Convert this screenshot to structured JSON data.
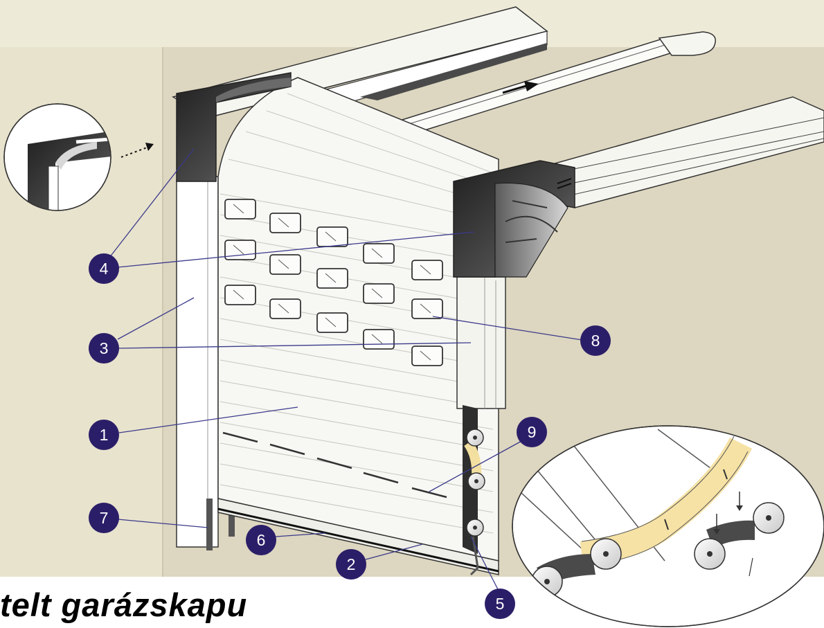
{
  "caption": "telt garázskapu",
  "colors": {
    "wall": "#ddd6c0",
    "top_band": "#eeead8",
    "badge": "#2b1e68",
    "slat_highlight": "#f7e7ad",
    "box_dark": "#303030"
  },
  "callouts": [
    {
      "id": "callout-1",
      "label": "1"
    },
    {
      "id": "callout-2",
      "label": "2"
    },
    {
      "id": "callout-3",
      "label": "3"
    },
    {
      "id": "callout-4",
      "label": "4"
    },
    {
      "id": "callout-5",
      "label": "5"
    },
    {
      "id": "callout-6",
      "label": "6"
    },
    {
      "id": "callout-7",
      "label": "7"
    },
    {
      "id": "callout-8",
      "label": "8"
    },
    {
      "id": "callout-9",
      "label": "9"
    }
  ]
}
